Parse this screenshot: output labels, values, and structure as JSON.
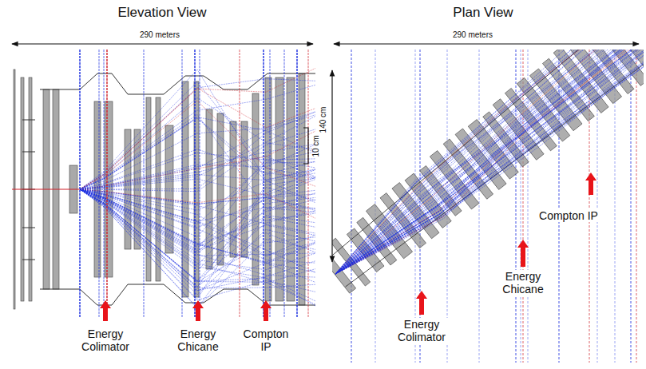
{
  "diagram": {
    "labels": [
      "Elevation View",
      "290 meters",
      "10 cm",
      "Energy Colimator",
      "Energy Chicane",
      "Compton IP",
      "Plan View",
      "290 meters",
      "140 cm",
      "Compton IP",
      "Energy Chicane",
      "Energy Colimator"
    ]
  }
}
